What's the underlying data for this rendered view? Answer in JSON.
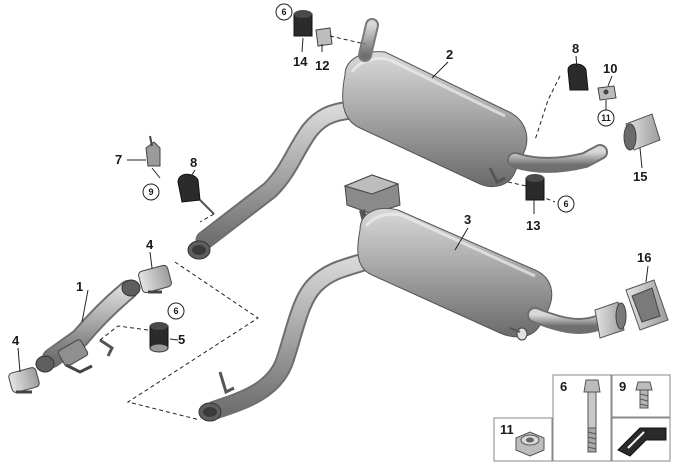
{
  "parts": {
    "p1": "1",
    "p2": "2",
    "p3": "3",
    "p4a": "4",
    "p4b": "4",
    "p5": "5",
    "p6a": "6",
    "p6b": "6",
    "p6c": "6",
    "p7": "7",
    "p8a": "8",
    "p8b": "8",
    "p9": "9",
    "p10": "10",
    "p11": "11",
    "p12": "12",
    "p13": "13",
    "p14": "14",
    "p15": "15",
    "p16": "16"
  },
  "legend": {
    "l6": "6",
    "l9": "9",
    "l11": "11"
  },
  "colors": {
    "metal_light": "#c9c9c9",
    "metal_mid": "#9a9a9a",
    "metal_dark": "#6e6e6e",
    "rubber": "#2b2b2b"
  }
}
